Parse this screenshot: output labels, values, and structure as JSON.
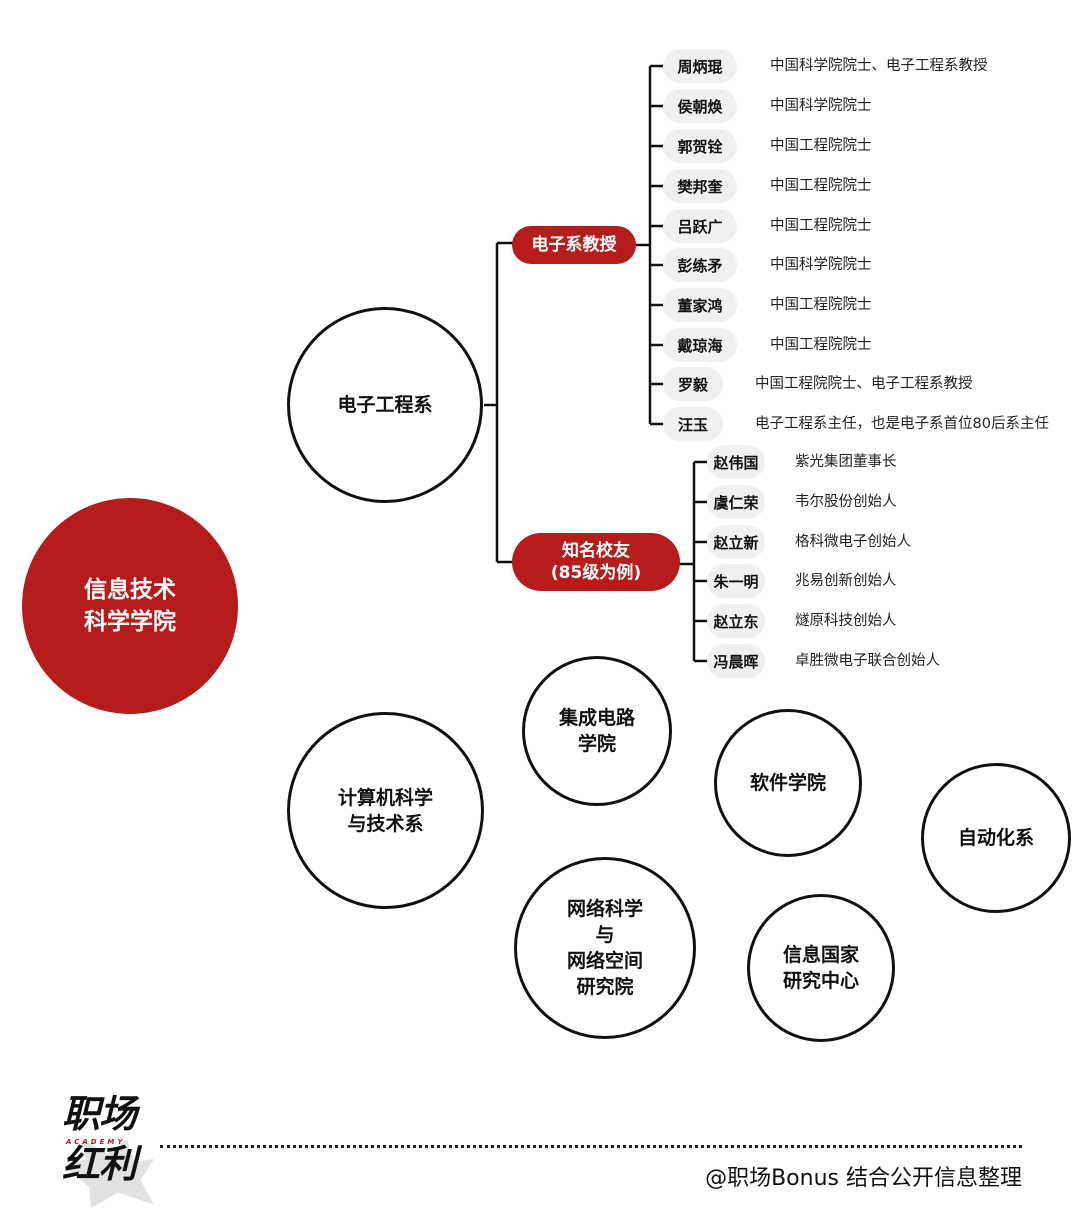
{
  "root": {
    "label": "信息技术\n科学学院"
  },
  "departments": {
    "ee": "电子工程系",
    "cs": "计算机科学\n与技术系",
    "ic": "集成电路\n学院",
    "software": "软件学院",
    "automation": "自动化系",
    "network": "网络科学\n与\n网络空间\n研究院",
    "national_center": "信息国家\n研究中心"
  },
  "ee_branches": {
    "professors_label": "电子系教授",
    "alumni_label": "知名校友\n(85级为例)"
  },
  "professors": [
    {
      "name": "周炳琨",
      "desc": "中国科学院院士、电子工程系教授"
    },
    {
      "name": "侯朝焕",
      "desc": "中国科学院院士"
    },
    {
      "name": "郭贺铨",
      "desc": "中国工程院院士"
    },
    {
      "name": "樊邦奎",
      "desc": "中国工程院院士"
    },
    {
      "name": "吕跃广",
      "desc": "中国工程院院士"
    },
    {
      "name": "彭练矛",
      "desc": "中国科学院院士"
    },
    {
      "name": "董家鸿",
      "desc": "中国工程院院士"
    },
    {
      "name": "戴琼海",
      "desc": "中国工程院院士"
    },
    {
      "name": "罗毅",
      "desc": "中国工程院院士、电子工程系教授"
    },
    {
      "name": "汪玉",
      "desc": "电子工程系主任，也是电子系首位80后系主任"
    }
  ],
  "alumni": [
    {
      "name": "赵伟国",
      "desc": "紫光集团董事长"
    },
    {
      "name": "虞仁荣",
      "desc": "韦尔股份创始人"
    },
    {
      "name": "赵立新",
      "desc": "格科微电子创始人"
    },
    {
      "name": "朱一明",
      "desc": "兆易创新创始人"
    },
    {
      "name": "赵立东",
      "desc": "燧原科技创始人"
    },
    {
      "name": "冯晨晖",
      "desc": "卓胜微电子联合创始人"
    }
  ],
  "footer": {
    "logo_line1": "职场",
    "logo_sub": "ACADEMY",
    "logo_line2": "红利",
    "credit": "@职场Bonus 结合公开信息整理"
  },
  "colors": {
    "accent": "#b71c1c",
    "ink": "#111111",
    "pill_bg": "#f0f0f0"
  }
}
